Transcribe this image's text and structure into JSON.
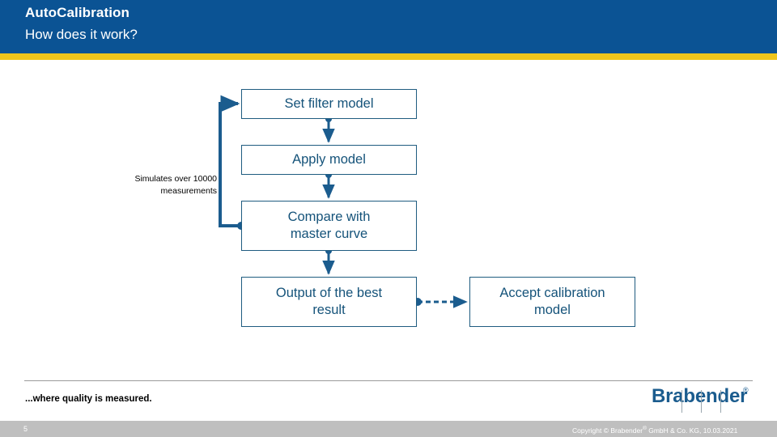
{
  "slide": {
    "title": "AutoCalibration",
    "subtitle": "How does it work?"
  },
  "theme": {
    "header_blue": "#0B5394",
    "accent_yellow": "#EFC51B",
    "diagram_blue": "#15537A",
    "border_blue": "#1F5C80",
    "footer_gray": "#BFBFBF",
    "logo_blue": "#1B5C8E"
  },
  "diagram": {
    "nodes": [
      {
        "id": "set-filter-model",
        "label": "Set filter model"
      },
      {
        "id": "apply-model",
        "label": "Apply model"
      },
      {
        "id": "compare-master",
        "label": "Compare with\nmaster curve",
        "line1": "Compare with",
        "line2": "master curve"
      },
      {
        "id": "output-best",
        "label": "Output of the best\nresult",
        "line1": "Output of the best",
        "line2": "result"
      },
      {
        "id": "accept-calibration",
        "label": "Accept calibration\nmodel",
        "line1": "Accept calibration",
        "line2": "model"
      }
    ],
    "annotation": {
      "line1": "Simulates over 10000",
      "line2": "measurements"
    },
    "connectors": [
      {
        "from": "set-filter-model",
        "to": "apply-model",
        "style": "solid"
      },
      {
        "from": "apply-model",
        "to": "compare-master",
        "style": "solid"
      },
      {
        "from": "compare-master",
        "to": "output-best",
        "style": "solid"
      },
      {
        "from": "compare-master",
        "to": "set-filter-model",
        "style": "solid-loop"
      },
      {
        "from": "output-best",
        "to": "accept-calibration",
        "style": "dashed"
      }
    ]
  },
  "footer": {
    "tagline": "...where quality is measured.",
    "logo_text": "Brabender",
    "logo_registered": "®",
    "page_number": "5",
    "copyright_prefix": "Copyright ©  Brabender",
    "copyright_mark": "®",
    "copyright_suffix": " GmbH & Co. KG, 10.03.2021"
  }
}
